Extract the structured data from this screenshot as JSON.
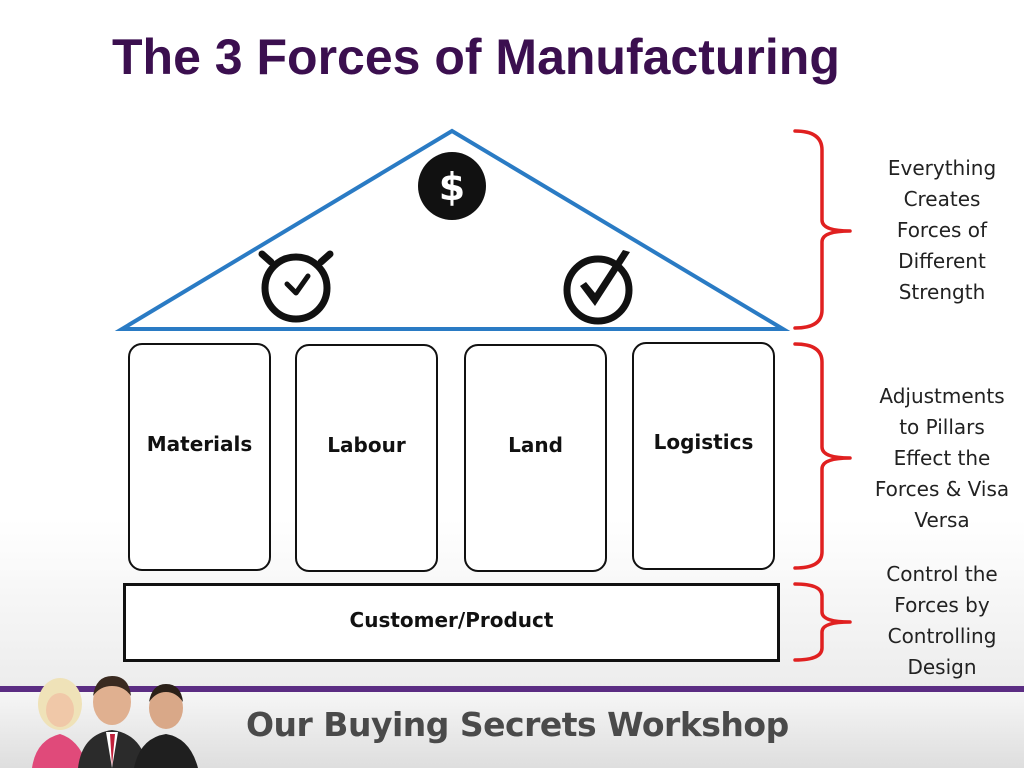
{
  "title": "The 3 Forces of Manufacturing",
  "roof": {
    "icons": [
      "dollar-icon",
      "stopwatch-icon",
      "check-circle-icon"
    ],
    "dollar_symbol": "$",
    "stroke_color": "#2a7bc4"
  },
  "pillars": [
    {
      "label": "Materials"
    },
    {
      "label": "Labour"
    },
    {
      "label": "Land"
    },
    {
      "label": "Logistics"
    }
  ],
  "base": {
    "label": "Customer/Product"
  },
  "notes": [
    {
      "lines": [
        "Everything",
        "Creates",
        "Forces of",
        "Different",
        "Strength"
      ]
    },
    {
      "lines": [
        "Adjustments",
        "to Pillars",
        "Effect the",
        "Forces & Visa",
        "Versa"
      ]
    },
    {
      "lines": [
        "Control the",
        "Forces by",
        "Controlling",
        "Design"
      ]
    }
  ],
  "bracket_color": "#e02020",
  "footer": {
    "title": "Our Buying Secrets Workshop",
    "accent_color": "#5b2d83"
  }
}
